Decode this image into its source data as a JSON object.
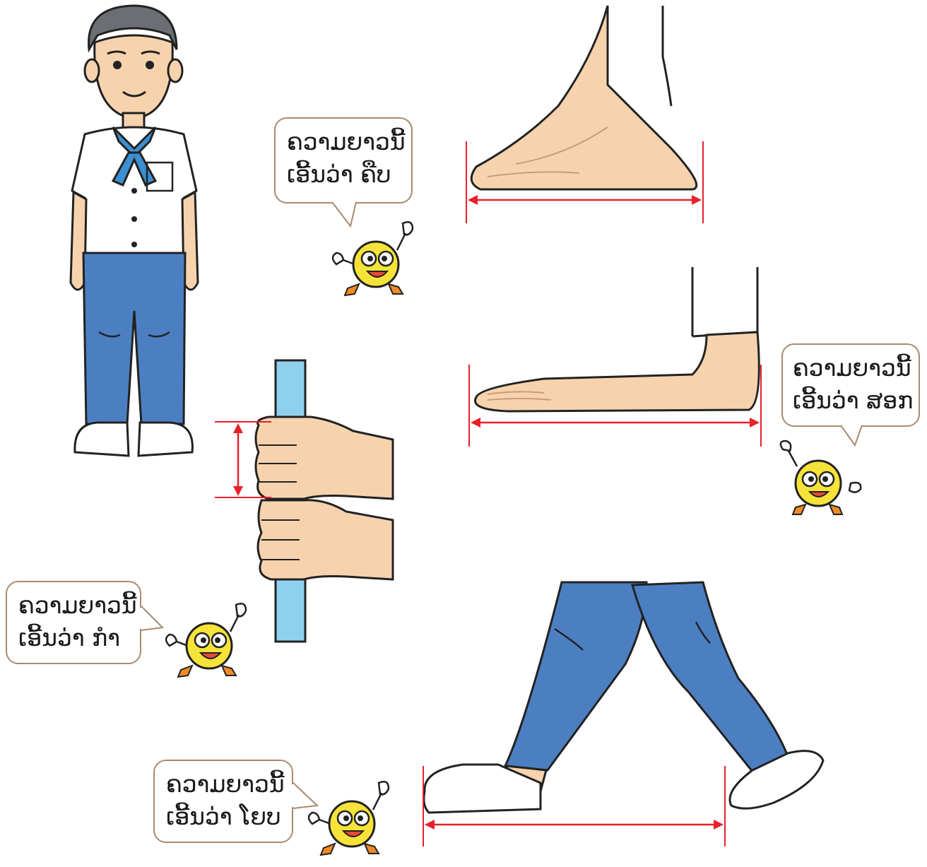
{
  "colors": {
    "measure_line": "#e8202a",
    "skin": "#f7d3ad",
    "jeans": "#4c7fc2",
    "stick": "#8fd0ee",
    "mascot_yellow": "#f6e33a",
    "mascot_orange": "#f08a24",
    "bubble_border": "#a88a70"
  },
  "bubbles": {
    "foot": {
      "line1": "ຄວາມຍາວນີ້",
      "line2": "ເອີ້ນວ່າ ຄືບ"
    },
    "forearm": {
      "line1": "ຄວາມຍາວນີ້",
      "line2": "ເອີ້ນວ່າ ສອກ"
    },
    "fist": {
      "line1": "ຄວາມຍາວນີ້",
      "line2": "ເອີ້ນວ່າ ກຳ"
    },
    "step": {
      "line1": "ຄວາມຍາວນີ້",
      "line2": "ເອີ້ນວ່າ ໂຍບ"
    }
  },
  "icons": [
    "boy-figure",
    "foot-illustration",
    "forearm-illustration",
    "fist-on-stick-illustration",
    "walking-legs-illustration",
    "mascot-icon"
  ]
}
